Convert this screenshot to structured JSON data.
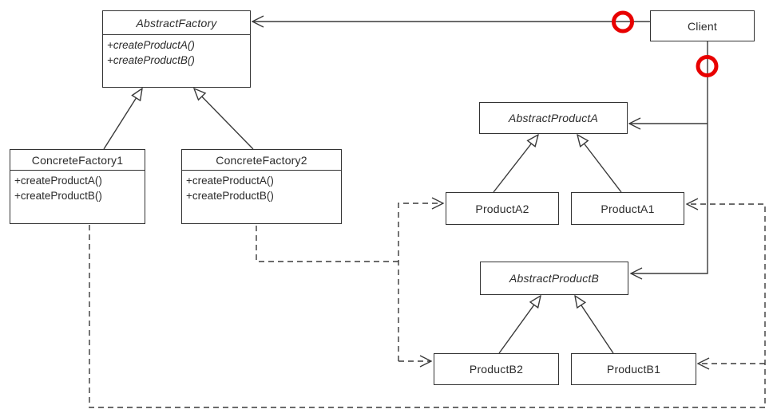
{
  "classes": {
    "abstract_factory": {
      "name": "AbstractFactory",
      "methods": [
        "+createProductA()",
        "+createProductB()"
      ]
    },
    "client": {
      "name": "Client"
    },
    "concrete_factory_1": {
      "name": "ConcreteFactory1",
      "methods": [
        "+createProductA()",
        "+createProductB()"
      ]
    },
    "concrete_factory_2": {
      "name": "ConcreteFactory2",
      "methods": [
        "+createProductA()",
        "+createProductB()"
      ]
    },
    "abstract_product_a": {
      "name": "AbstractProductA"
    },
    "product_a2": {
      "name": "ProductA2"
    },
    "product_a1": {
      "name": "ProductA1"
    },
    "abstract_product_b": {
      "name": "AbstractProductB"
    },
    "product_b2": {
      "name": "ProductB2"
    },
    "product_b1": {
      "name": "ProductB1"
    }
  },
  "annotations": {
    "highlight_color": "#e80000",
    "line_color": "#3a3a3a"
  }
}
